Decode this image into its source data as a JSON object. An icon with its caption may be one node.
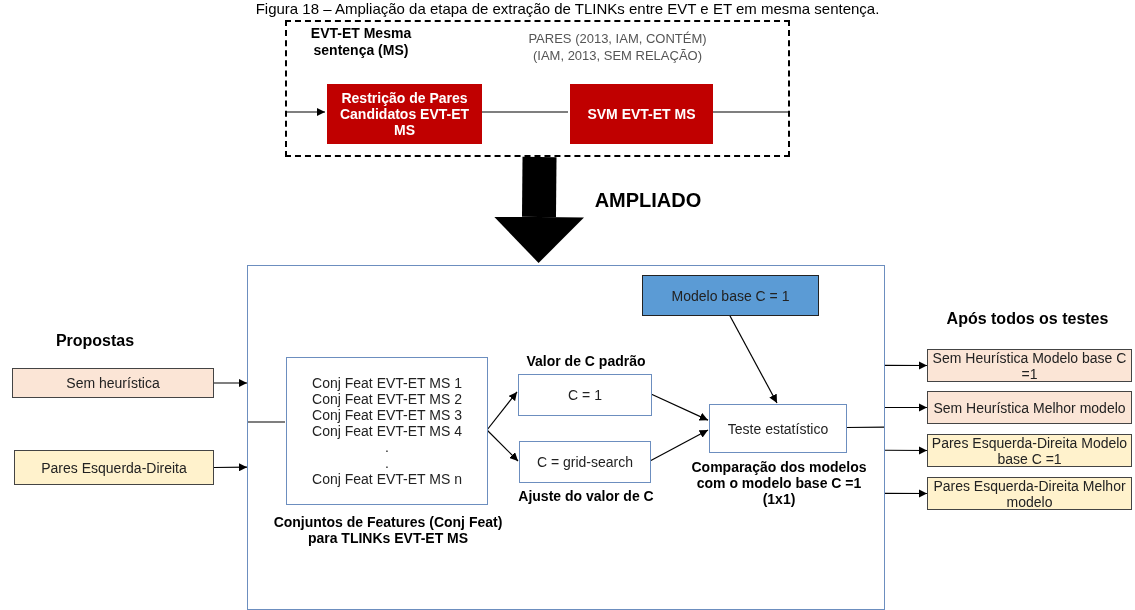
{
  "diagram": {
    "title": "Figura 18 – Ampliação da etapa de extração de TLINKs entre EVT e ET em mesma sentença.",
    "nodes": [
      {
        "text": [
          "EVT-ET Mesma sentença (MS)"
        ]
      },
      {
        "text": [
          "Restrição de Pares Candidatos EVT-ET MS"
        ],
        "in": 0
      },
      {
        "text": [
          "SVM EVT-ET MS"
        ],
        "in": 0
      },
      {
        "text": [],
        "shape": "box"
      },
      {
        "text": [
          "Sem heurística"
        ]
      },
      {
        "text": [
          "Pares Esquerda-Direita"
        ]
      },
      {
        "text": [
          "Conj Feat EVT-ET MS 1",
          "Conj Feat EVT-ET MS 2",
          "Conj Feat EVT-ET MS 3",
          "Conj Feat EVT-ET MS 4",
          ".",
          ".",
          "Conj Feat EVT-ET MS n",
          "Conjuntos de Features (Conj Feat) para TLINKs EVT-ET MS"
        ],
        "in": 3
      },
      {
        "text": [
          "Valor de C padrão",
          "C = 1"
        ],
        "in": 3
      },
      {
        "text": [
          "C = grid-search",
          "Ajuste do valor de C"
        ],
        "in": 3
      },
      {
        "text": [
          "Modelo base C = 1"
        ],
        "in": 3
      },
      {
        "text": [
          "Teste estatístico",
          "Comparação dos modelos com o modelo base C =1 (1x1)"
        ],
        "in": 3
      },
      {
        "text": [
          "Sem Heurística Modelo base C =1"
        ]
      },
      {
        "text": [
          "Sem Heurística Melhor modelo"
        ]
      },
      {
        "text": [
          "Pares Esquerda-Direita Modelo base C =1"
        ]
      },
      {
        "text": [
          "Pares Esquerda-Direita Melhor modelo"
        ]
      }
    ],
    "edges": [
      {
        "from": null,
        "to": 1,
        "arrow": "to"
      },
      {
        "from": 1,
        "to": 2,
        "arrow": "none",
        "label": "PARES (2013, IAM, CONTÉM) (IAM, 2013, SEM RELAÇÃO)"
      },
      {
        "from": 2,
        "to": null,
        "arrow": "none"
      },
      {
        "from": 0,
        "to": 3,
        "arrow": "to",
        "label": "AMPLIADO",
        "style": "thick"
      },
      {
        "from": 4,
        "to": 3,
        "arrow": "to"
      },
      {
        "from": 5,
        "to": 3,
        "arrow": "to"
      },
      {
        "from": 3,
        "to": 6,
        "arrow": "none"
      },
      {
        "from": 6,
        "to": 7,
        "arrow": "to"
      },
      {
        "from": 6,
        "to": 8,
        "arrow": "to"
      },
      {
        "from": 7,
        "to": 10,
        "arrow": "to"
      },
      {
        "from": 8,
        "to": 10,
        "arrow": "to"
      },
      {
        "from": 9,
        "to": 10,
        "arrow": "to"
      },
      {
        "from": 10,
        "to": 3,
        "arrow": "none"
      },
      {
        "from": 3,
        "to": 11,
        "arrow": "to"
      },
      {
        "from": 3,
        "to": 12,
        "arrow": "to"
      },
      {
        "from": 3,
        "to": 13,
        "arrow": "to"
      },
      {
        "from": 3,
        "to": 14,
        "arrow": "to"
      }
    ],
    "labels": [
      "Propostas",
      "Após todos os testes"
    ]
  }
}
